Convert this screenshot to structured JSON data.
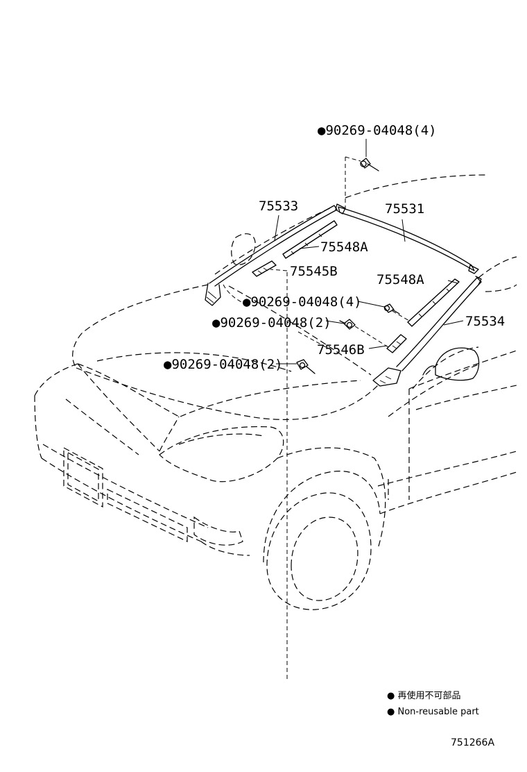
{
  "diagram": {
    "callouts": [
      {
        "id": "c1",
        "text": "●90269-04048(4)"
      },
      {
        "id": "c2",
        "text": "75533"
      },
      {
        "id": "c3",
        "text": "75531"
      },
      {
        "id": "c4",
        "text": "75548A"
      },
      {
        "id": "c5",
        "text": "75545B"
      },
      {
        "id": "c6",
        "text": "75548A"
      },
      {
        "id": "c7",
        "text": "●90269-04048(4)"
      },
      {
        "id": "c8",
        "text": "75534"
      },
      {
        "id": "c9",
        "text": "●90269-04048(2)"
      },
      {
        "id": "c10",
        "text": "75546B"
      },
      {
        "id": "c11",
        "text": "●90269-04048(2)"
      }
    ],
    "legend": {
      "line1": "● 再使用不可部品",
      "line2": "● Non-reusable part"
    },
    "figure_code": "751266A"
  }
}
